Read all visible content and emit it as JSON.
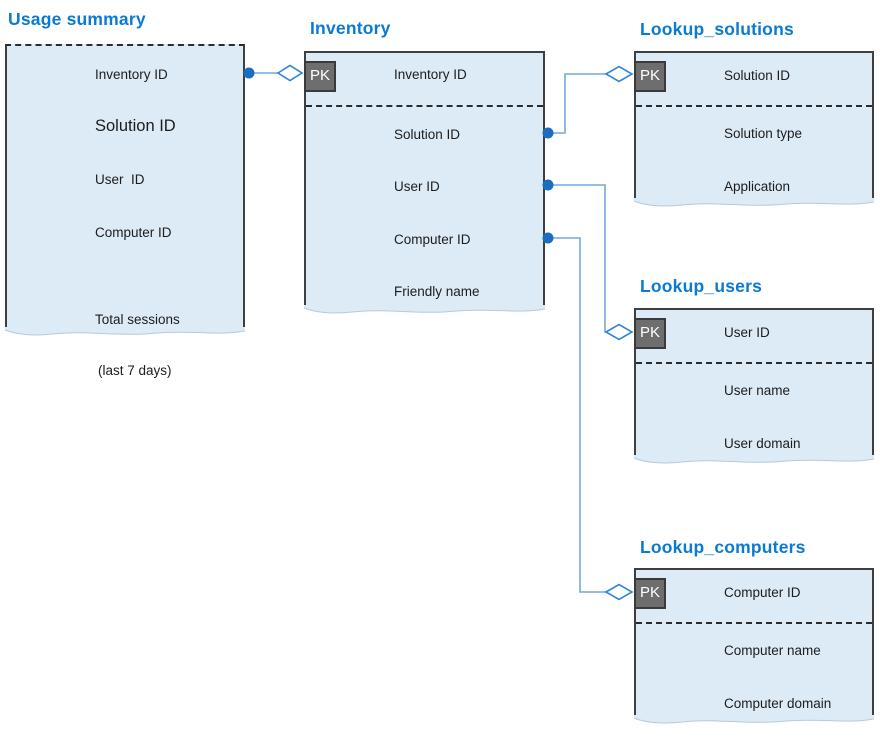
{
  "diagram": {
    "type": "entity-relationship",
    "tables": [
      {
        "name": "Usage summary",
        "fields": [
          {
            "label": "Inventory ID"
          },
          {
            "label": "Solution ID",
            "emphasis": true
          },
          {
            "label": "User  ID"
          },
          {
            "label": "Computer ID"
          },
          {
            "label": "Total sessions",
            "sublabel": "(last 7 days)"
          }
        ]
      },
      {
        "name": "Inventory",
        "pk_label": "PK",
        "fields": [
          {
            "label": "Inventory ID",
            "pk": true
          },
          {
            "label": "Solution ID"
          },
          {
            "label": "User ID"
          },
          {
            "label": "Computer ID"
          },
          {
            "label": "Friendly name"
          }
        ]
      },
      {
        "name": "Lookup_solutions",
        "pk_label": "PK",
        "fields": [
          {
            "label": "Solution ID",
            "pk": true
          },
          {
            "label": "Solution type"
          },
          {
            "label": "Application"
          }
        ]
      },
      {
        "name": "Lookup_users",
        "pk_label": "PK",
        "fields": [
          {
            "label": "User ID",
            "pk": true
          },
          {
            "label": "User name"
          },
          {
            "label": "User domain"
          }
        ]
      },
      {
        "name": "Lookup_computers",
        "pk_label": "PK",
        "fields": [
          {
            "label": "Computer ID",
            "pk": true
          },
          {
            "label": "Computer name"
          },
          {
            "label": "Computer domain"
          }
        ]
      }
    ],
    "relationships": [
      {
        "from_table": "Usage summary",
        "from_field": "Inventory ID",
        "to_table": "Inventory",
        "to_field": "Inventory ID"
      },
      {
        "from_table": "Inventory",
        "from_field": "Solution ID",
        "to_table": "Lookup_solutions",
        "to_field": "Solution ID"
      },
      {
        "from_table": "Inventory",
        "from_field": "User ID",
        "to_table": "Lookup_users",
        "to_field": "User ID"
      },
      {
        "from_table": "Inventory",
        "from_field": "Computer ID",
        "to_table": "Lookup_computers",
        "to_field": "Computer ID"
      }
    ]
  },
  "theme": {
    "background": "#ffffff",
    "title-color": "#0a7ad2",
    "table-fill": "#ddebf7",
    "table-border": "#3f3f3f",
    "text-color": "#1c1c1c",
    "pk-fill": "#6e6e6e",
    "pk-border": "#3a3a3a",
    "pk-text": "#ffffff",
    "connector-color": "#74a9d9",
    "dot-color": "#1b6dc1",
    "diamond-stroke": "#2e86d6",
    "wave-edge": "#b5cadb"
  }
}
